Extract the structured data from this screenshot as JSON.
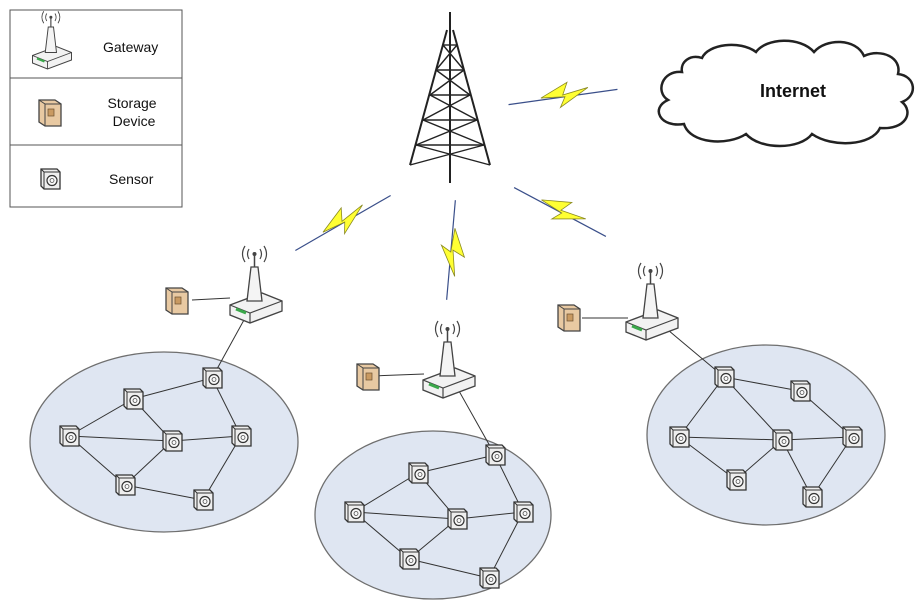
{
  "legend": {
    "items": [
      {
        "icon": "gateway-icon",
        "label": "Gateway"
      },
      {
        "icon": "storage-device-icon",
        "label_lines": [
          "Storage",
          "Device"
        ]
      },
      {
        "icon": "sensor-icon",
        "label": "Sensor"
      }
    ]
  },
  "cloud": {
    "label": "Internet"
  },
  "colors": {
    "lightning_fill": "#ffff33",
    "lightning_stroke": "#3a4f8a",
    "network_fill": "#dfe6f2",
    "network_stroke": "#6f6f6f",
    "storage_fill": "#e8c9a2",
    "gateway_accent": "#3aa84a",
    "line": "#333333"
  },
  "clusters": [
    {
      "name": "left",
      "sensor_count": 7
    },
    {
      "name": "middle",
      "sensor_count": 7
    },
    {
      "name": "right",
      "sensor_count": 7
    }
  ]
}
